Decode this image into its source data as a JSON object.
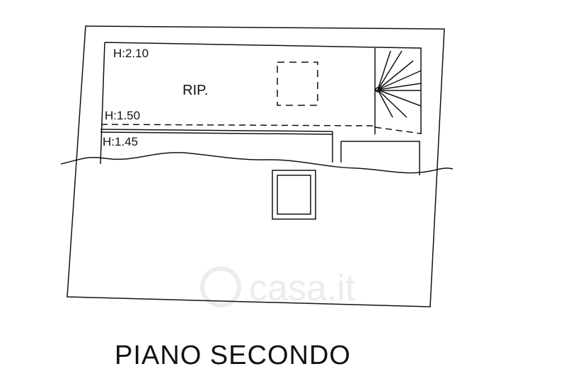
{
  "plan": {
    "title": "PIANO SECONDO",
    "room_label": "RIP.",
    "heights": [
      "H:2.10",
      "H:1.50",
      "H:1.45"
    ],
    "watermark": "casa.it",
    "colors": {
      "line": "#111111",
      "background": "#ffffff",
      "watermark": "#ececec"
    }
  }
}
